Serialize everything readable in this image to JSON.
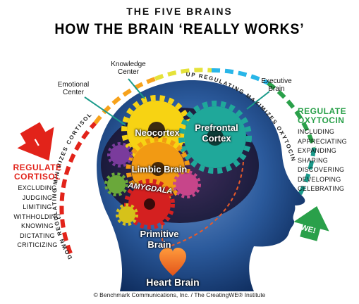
{
  "header": {
    "title": "THE FIVE BRAINS",
    "subtitle": "HOW THE BRAIN ‘REALLY WORKS’"
  },
  "callouts": {
    "knowledge_center": [
      "Knowledge",
      "Center"
    ],
    "emotional_center": [
      "Emotional",
      "Center"
    ],
    "executive_brain": [
      "Executive",
      "Brain"
    ]
  },
  "brains": {
    "neocortex": "Neocortex",
    "prefrontal": [
      "Prefrontal",
      "Cortex"
    ],
    "limbic": "Limbic Brain",
    "amygdala": "AMYGDALA",
    "primitive": [
      "Primitive",
      "Brain"
    ],
    "heart": "Heart Brain"
  },
  "arcs": {
    "down": "DOWN REGULATING MINIMIZES CORTISOL",
    "up": "UP REGULATING MAXIMIZES OXYTOCIN"
  },
  "left_panel": {
    "arrow_label": "I",
    "heading": [
      "REGULATE",
      "CORTISOL"
    ],
    "heading_color": "#e2231a",
    "items": [
      "EXCLUDING",
      "JUDGING",
      "LIMITING",
      "WITHHOLDING",
      "KNOWING",
      "DICTATING",
      "CRITICIZING"
    ]
  },
  "right_panel": {
    "arrow_label": "WE!",
    "heading": [
      "REGULATE",
      "OXYTOCIN"
    ],
    "heading_color": "#2aa04a",
    "items": [
      "INCLUDING",
      "APPRECIATING",
      "EXPANDING",
      "SHARING",
      "DISCOVERING",
      "DEVELOPING",
      "CELEBRATING"
    ]
  },
  "footer": {
    "copyright": "© Benchmark Communications, Inc. / The CreatingWE® Institute"
  },
  "colors": {
    "cortisol": "#e2231a",
    "oxytocin": "#2aa04a",
    "head": "#1f4d8c"
  }
}
